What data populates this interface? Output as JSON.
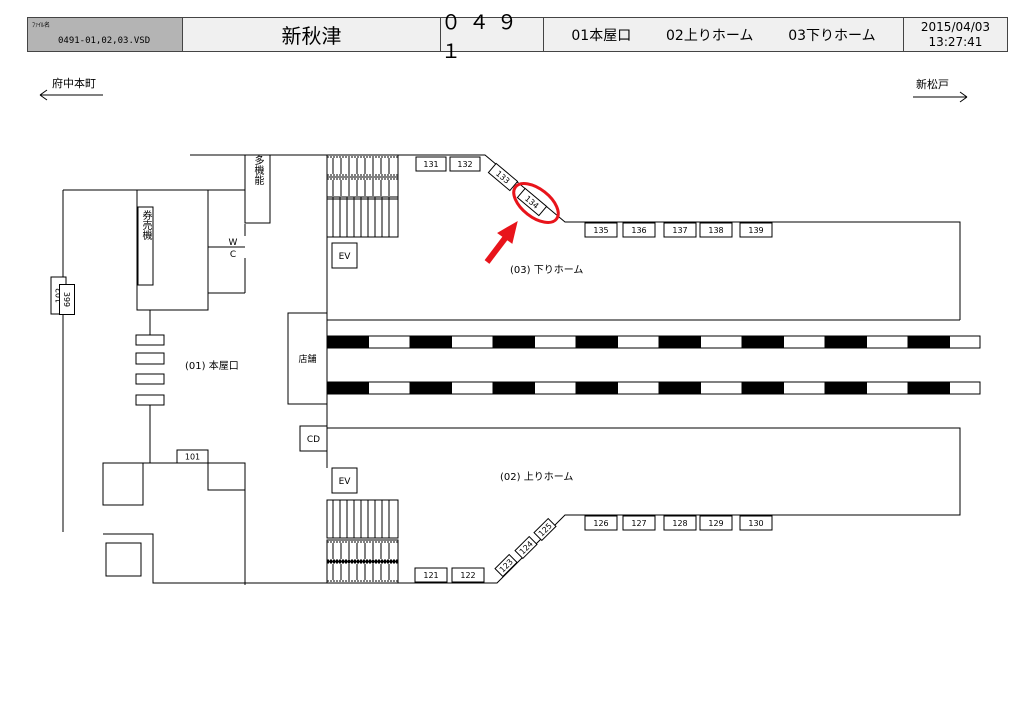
{
  "header": {
    "file_label": "ﾌｧｲﾙ名",
    "file_name": "0491-01,02,03.VSD",
    "station_name": "新秋津",
    "station_code": "０４９１",
    "entrances": [
      "01本屋口",
      "02上りホーム",
      "03下りホーム"
    ],
    "date": "2015/04/03",
    "time": "13:27:41"
  },
  "directions": {
    "left": "府中本町",
    "right": "新松戸"
  },
  "areas": {
    "honyaguchi": "(01) 本屋口",
    "nobori": "(02) 上りホーム",
    "kudari": "(03) 下りホーム"
  },
  "facilities": {
    "ticket_machine": "券売機",
    "multipurpose": "多機能",
    "wc_w": "W",
    "wc_c": "C",
    "shop": "店舗",
    "cd": "CD",
    "ev_top": "EV",
    "ev_bottom": "EV"
  },
  "spots": {
    "s101": "101",
    "s102": "102",
    "s399": "399",
    "s121": "121",
    "s122": "122",
    "s123": "123",
    "s124": "124",
    "s125": "125",
    "s126": "126",
    "s127": "127",
    "s128": "128",
    "s129": "129",
    "s130": "130",
    "s131": "131",
    "s132": "132",
    "s133": "133",
    "s134": "134",
    "s135": "135",
    "s136": "136",
    "s137": "137",
    "s138": "138",
    "s139": "139"
  },
  "highlight": {
    "spot": "134",
    "color": "#e8141b"
  }
}
